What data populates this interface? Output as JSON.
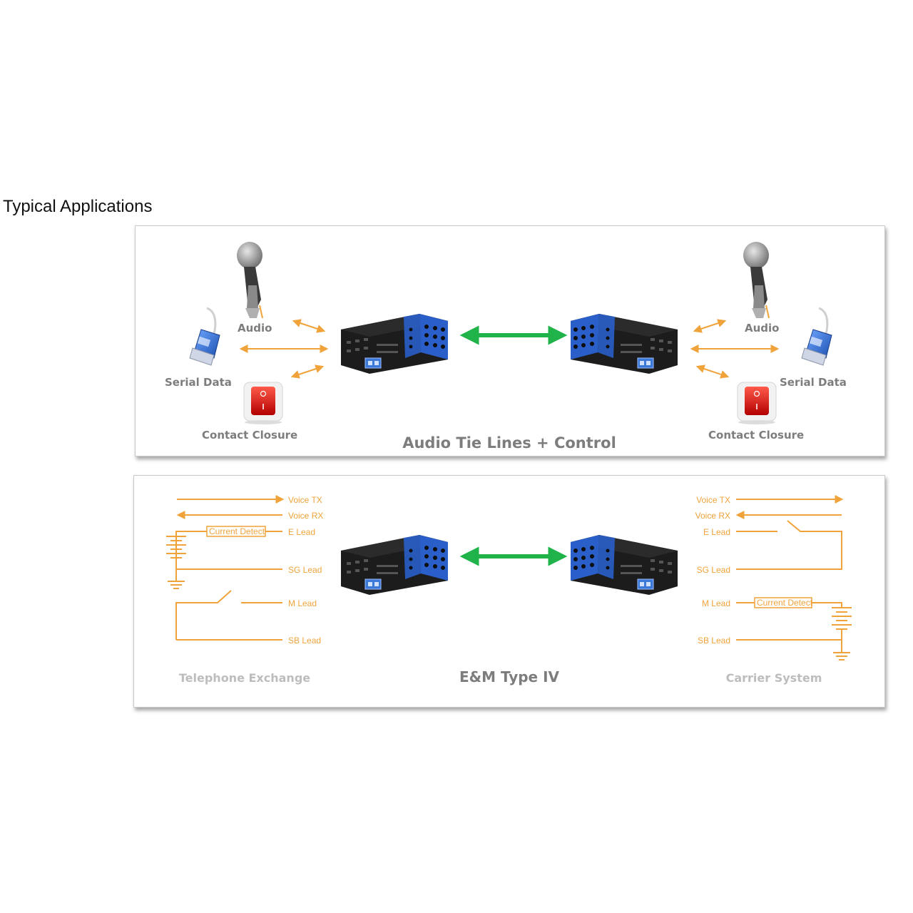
{
  "title": "Typical Applications",
  "colors": {
    "signal": "#f0a33a",
    "fiber_link": "#1fb34a",
    "device_blue": "#2a5fc9",
    "device_body": "#1c1c1c"
  },
  "top_panel": {
    "caption": "Audio Tie Lines + Control",
    "left": {
      "audio": "Audio",
      "serial": "Serial Data",
      "contact": "Contact Closure"
    },
    "right": {
      "audio": "Audio",
      "serial": "Serial Data",
      "contact": "Contact Closure"
    },
    "icons": [
      "microphone-icon",
      "serial-connector-icon",
      "rocker-switch-icon",
      "media-converter-device"
    ]
  },
  "bottom_panel": {
    "caption": "E&M Type IV",
    "left_caption": "Telephone Exchange",
    "right_caption": "Carrier System",
    "left_leads": {
      "voice_tx": "Voice TX",
      "voice_rx": "Voice RX",
      "e_lead": "E Lead",
      "sg_lead": "SG Lead",
      "m_lead": "M Lead",
      "sb_lead": "SB Lead",
      "current_detect": "Current Detect"
    },
    "right_leads": {
      "voice_tx": "Voice TX",
      "voice_rx": "Voice RX",
      "e_lead": "E Lead",
      "sg_lead": "SG Lead",
      "m_lead": "M Lead",
      "sb_lead": "SB Lead",
      "current_detect": "Current Detect"
    }
  }
}
